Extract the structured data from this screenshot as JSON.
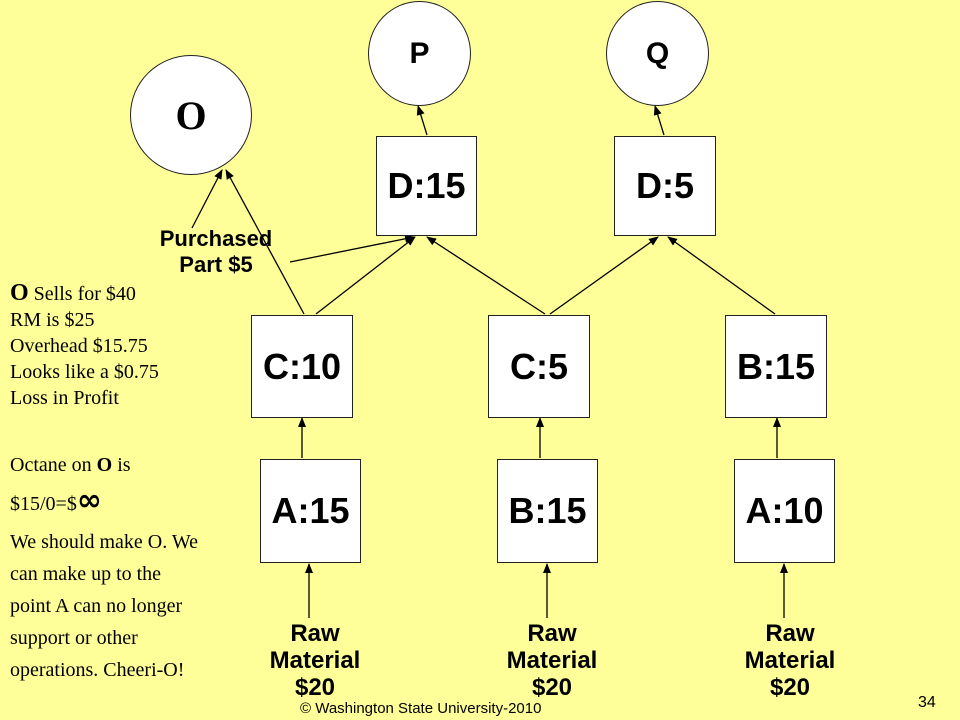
{
  "nodes": {
    "O": "O",
    "P": "P",
    "Q": "Q",
    "D1": "D:15",
    "D2": "D:5",
    "C1": "C:10",
    "C2": "C:5",
    "B1": "B:15",
    "A1": "A:15",
    "B2": "B:15",
    "A2": "A:10"
  },
  "purchased": {
    "line1": "Purchased",
    "line2": "Part $5"
  },
  "raw": {
    "line1": "Raw",
    "line2": "Material",
    "line3": "$20"
  },
  "notes": {
    "o_label": "O",
    "sells": " Sells for $40",
    "rm": "RM is $25",
    "overhead": "Overhead $15.75",
    "looks": "Looks like a $0.75",
    "loss": "Loss in Profit",
    "octane_prefix": "Octane on ",
    "octane_o": "O",
    "octane_suffix": " is",
    "ratio": "$15/0=$",
    "infinity": "∞",
    "make1": "We should make O.  We",
    "make2": "can make up to the",
    "make3": "point A can no longer",
    "make4": "support or other",
    "make5": "operations. Cheeri-O!"
  },
  "footer": "© Washington State University-2010",
  "page_number": "34"
}
